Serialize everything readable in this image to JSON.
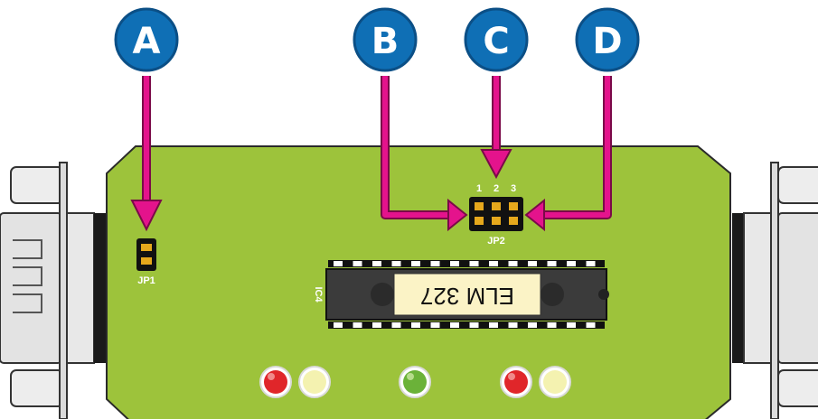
{
  "callouts": [
    {
      "letter": "A",
      "target": "JP1"
    },
    {
      "letter": "B",
      "target": "JP2 pin 1"
    },
    {
      "letter": "C",
      "target": "JP2 pin 2"
    },
    {
      "letter": "D",
      "target": "JP2 pin 3"
    }
  ],
  "labels": {
    "jp1": "JP1",
    "jp2": "JP2",
    "jp2_pin1": "1",
    "jp2_pin2": "2",
    "jp2_pin3": "3",
    "ic": "IC4",
    "chip": "ELM 327"
  },
  "leds": [
    "red",
    "yellow",
    "green",
    "red",
    "yellow"
  ],
  "colors": {
    "board": "#9dc33b",
    "callout_circle": "#0f6fb5",
    "arrow": "#e4138c",
    "chip_body": "#3b3b3b",
    "chip_label_bg": "#fbf3c6",
    "led_red": "#e0262a",
    "led_yellow": "#f4f2b0",
    "led_green": "#6bb239"
  }
}
